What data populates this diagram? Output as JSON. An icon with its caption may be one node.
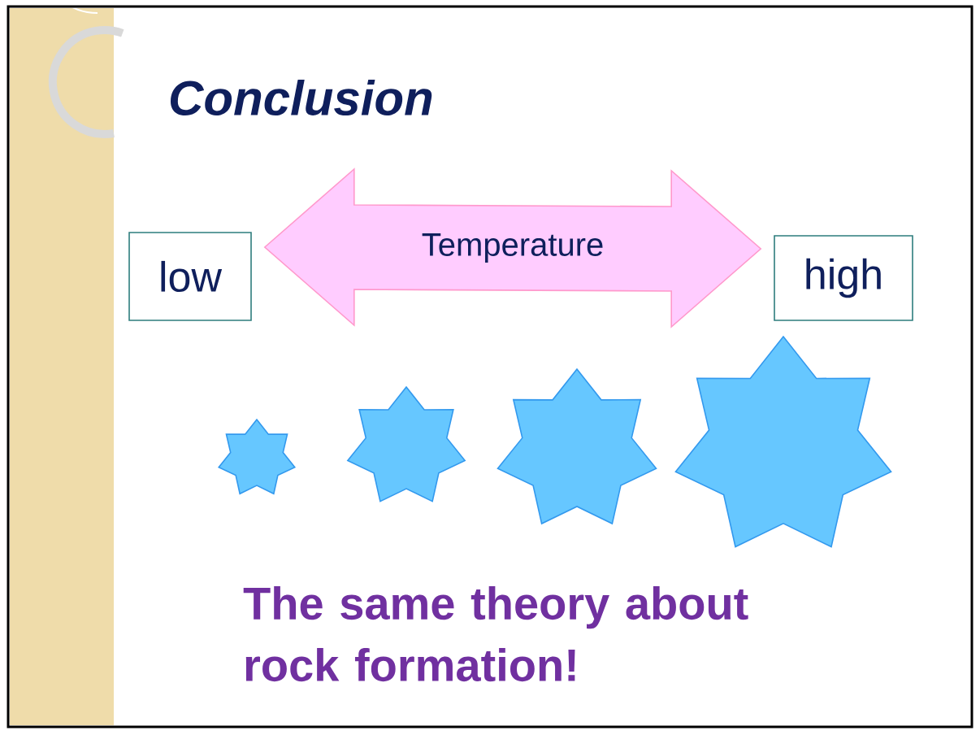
{
  "diagram": {
    "title": "Conclusion",
    "nodes": [
      {
        "text": [
          "low"
        ]
      },
      {
        "text": [
          "high"
        ]
      },
      {
        "text": [],
        "shape": "star"
      },
      {
        "text": [],
        "shape": "star"
      },
      {
        "text": [],
        "shape": "star"
      },
      {
        "text": [],
        "shape": "star"
      }
    ],
    "edges": [
      {
        "from": 0,
        "to": 1,
        "arrow": "both",
        "label": "Temperature"
      }
    ],
    "labels": [
      "The same theory about rock formation!"
    ]
  }
}
